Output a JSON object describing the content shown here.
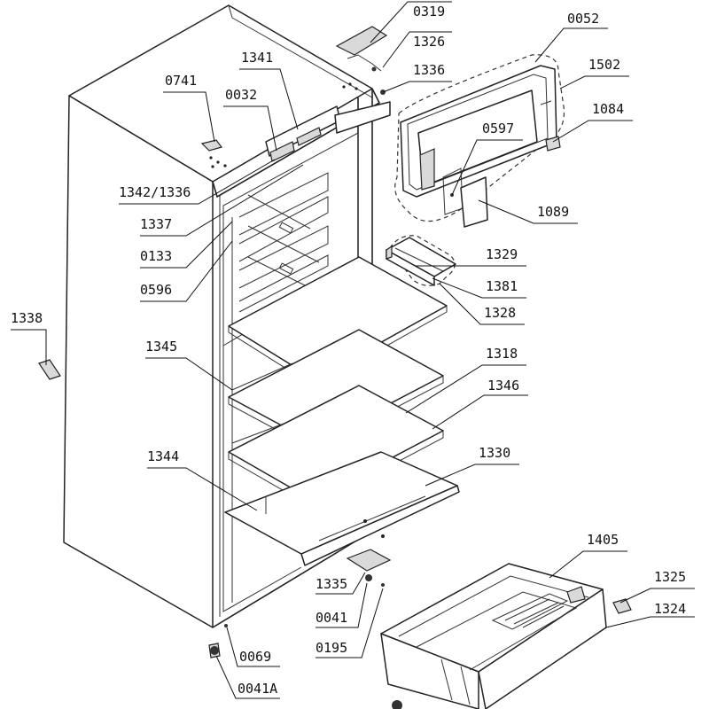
{
  "callouts": {
    "c0319": "0319",
    "c1326": "1326",
    "c0052": "0052",
    "c1336": "1336",
    "c1502": "1502",
    "c0741": "0741",
    "c1341": "1341",
    "c0032": "0032",
    "c1084": "1084",
    "c0597": "0597",
    "c1342_1336": "1342/1336",
    "c1337": "1337",
    "c1089": "1089",
    "c0133": "0133",
    "c1329": "1329",
    "c0596": "0596",
    "c1381": "1381",
    "c1328": "1328",
    "c1338": "1338",
    "c1345": "1345",
    "c1318": "1318",
    "c1346": "1346",
    "c1344": "1344",
    "c1330": "1330",
    "c1405": "1405",
    "c1325": "1325",
    "c1335": "1335",
    "c1324": "1324",
    "c0041": "0041",
    "c0069": "0069",
    "c0195": "0195",
    "c0041A": "0041A"
  },
  "colors": {
    "line": "#222222",
    "background": "#ffffff",
    "part_shading": "#d9d9d9"
  }
}
